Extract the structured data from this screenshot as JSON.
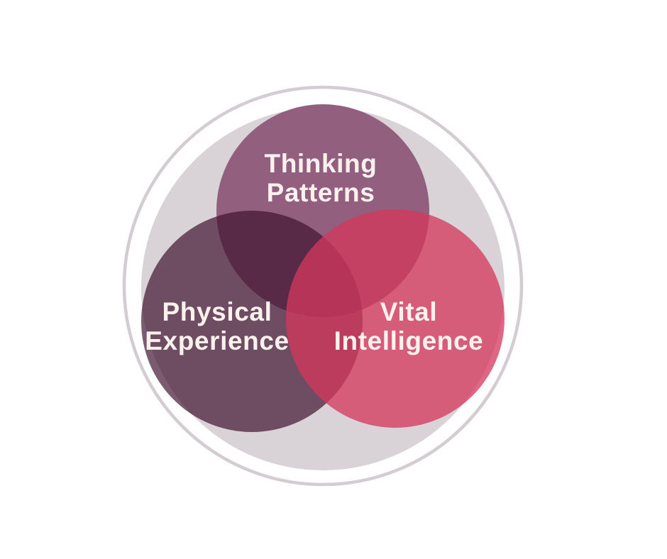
{
  "diagram": {
    "type": "venn",
    "background_color": "#ffffff",
    "outer_ring": {
      "name": "outer-ring",
      "stroke_color": "#d3ccd2"
    },
    "backdrop_circle": {
      "name": "backdrop-circle",
      "fill_color": "#d9d3d8"
    },
    "label_color": "#fcf1ec",
    "circles": [
      {
        "id": "thinking-patterns",
        "label": "Thinking Patterns",
        "label_line1": "Thinking",
        "label_line2": "Patterns",
        "fill": "#92607e",
        "base_color": "#92607e",
        "position": "top"
      },
      {
        "id": "physical-experience",
        "label": "Physical Experience",
        "label_line1": "Physical",
        "label_line2": "Experience",
        "fill": "rgba(62,17,46,0.69)",
        "base_color": "#6e4d63",
        "position": "bottom-left"
      },
      {
        "id": "vital-intelligence",
        "label": "Vital Intelligence",
        "label_line1": "Vital",
        "label_line2": "Intelligence",
        "fill": "rgba(212,55,92,0.76)",
        "base_color": "#d55c7a",
        "position": "bottom-right"
      }
    ],
    "overlap_colors": {
      "thinking_physical": "#572d45",
      "thinking_vital": "#c33e61",
      "physical_vital": "#bf4162",
      "center": "#b43456"
    }
  }
}
